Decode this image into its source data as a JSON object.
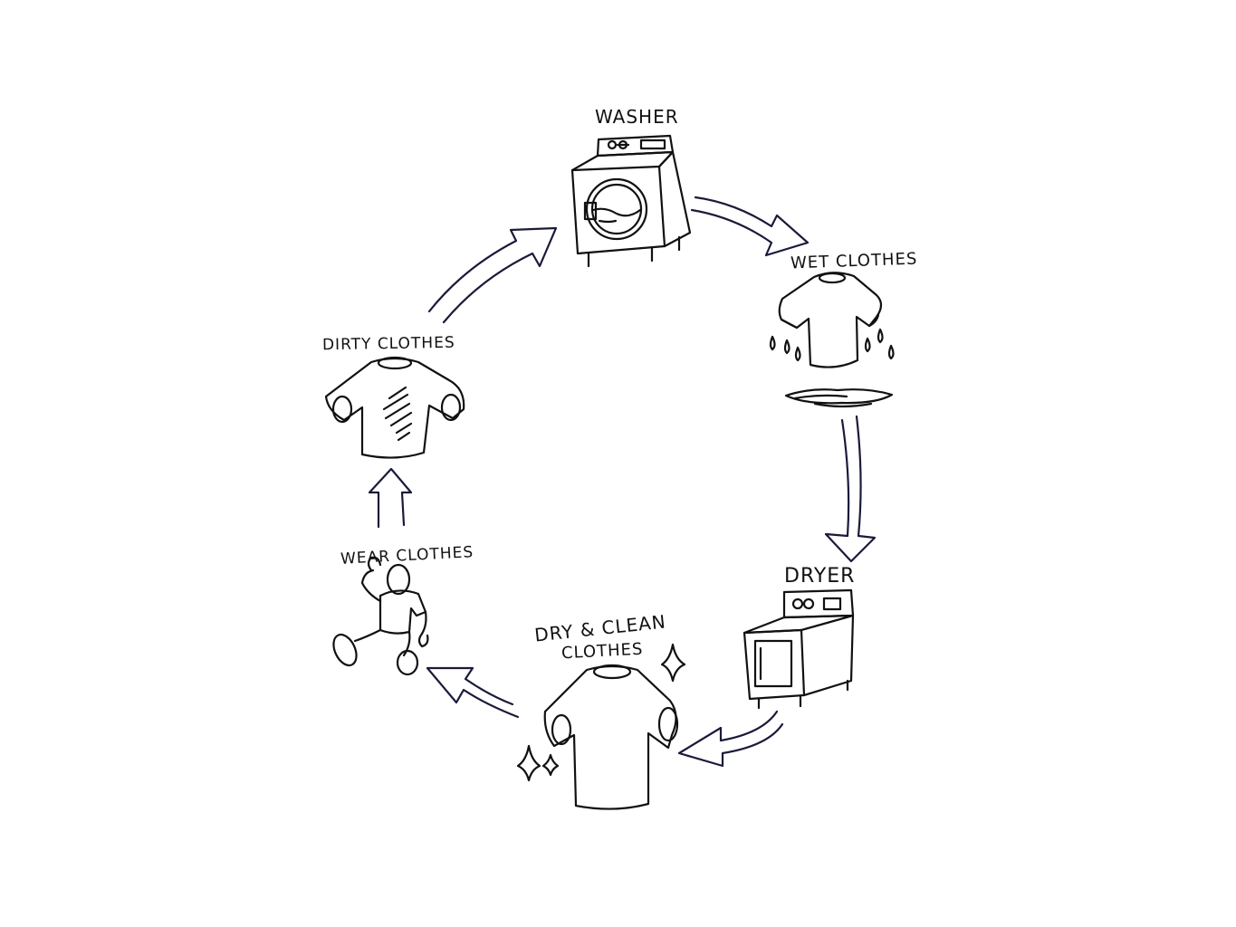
{
  "diagram": {
    "nodes": [
      {
        "id": "washer",
        "label": "Washer"
      },
      {
        "id": "wet-clothes",
        "label": "Wet Clothes"
      },
      {
        "id": "dryer",
        "label": "Dryer"
      },
      {
        "id": "dry-clean-clothes",
        "label_line1": "Dry & Clean",
        "label_line2": "Clothes"
      },
      {
        "id": "wear-clothes",
        "label": "Wear Clothes"
      },
      {
        "id": "dirty-clothes",
        "label": "Dirty Clothes"
      }
    ],
    "edges": [
      {
        "from": "washer",
        "to": "wet-clothes"
      },
      {
        "from": "wet-clothes",
        "to": "dryer"
      },
      {
        "from": "dryer",
        "to": "dry-clean-clothes"
      },
      {
        "from": "dry-clean-clothes",
        "to": "wear-clothes"
      },
      {
        "from": "wear-clothes",
        "to": "dirty-clothes"
      },
      {
        "from": "dirty-clothes",
        "to": "washer"
      }
    ],
    "colors": {
      "ink": "#111111",
      "background": "#ffffff",
      "edge_ink": "#1a1a3a"
    }
  }
}
